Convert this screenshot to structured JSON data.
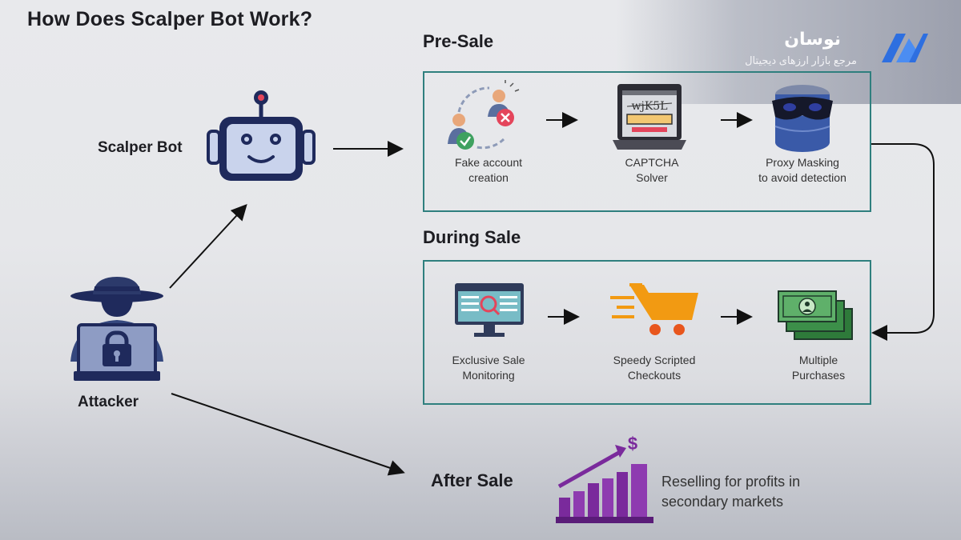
{
  "title": "How Does Scalper Bot Work?",
  "brand": {
    "name": "نوسان",
    "tagline": "مرجع بازار ارزهای دیجیتال"
  },
  "nodes": {
    "scalper_bot": "Scalper Bot",
    "attacker": "Attacker"
  },
  "pre_sale": {
    "heading": "Pre-Sale",
    "steps": [
      {
        "line1": "Fake account",
        "line2": "creation",
        "icon": "fake-accounts-icon"
      },
      {
        "line1": "CAPTCHA",
        "line2": "Solver",
        "icon": "captcha-laptop-icon",
        "captcha_text": "wjK5L"
      },
      {
        "line1": "Proxy Masking",
        "line2": "to avoid detection",
        "icon": "masked-database-icon"
      }
    ]
  },
  "during_sale": {
    "heading": "During Sale",
    "steps": [
      {
        "line1": "Exclusive Sale",
        "line2": "Monitoring",
        "icon": "monitor-search-icon"
      },
      {
        "line1": "Speedy Scripted",
        "line2": "Checkouts",
        "icon": "speedy-cart-icon"
      },
      {
        "line1": "Multiple",
        "line2": "Purchases",
        "icon": "money-stack-icon"
      }
    ]
  },
  "after_sale": {
    "heading": "After Sale",
    "line1": "Reselling for profits in",
    "line2": "secondary markets",
    "icon": "profit-chart-icon",
    "dollar": "$"
  },
  "colors": {
    "teal_border": "#2f7f7e",
    "robot_body": "#c9d3ec",
    "robot_outline": "#1f2a5c",
    "purple": "#7a2a9c",
    "orange_cart": "#f29a12",
    "green_money": "#4c9a55",
    "monitor_teal": "#6fb6c0"
  }
}
